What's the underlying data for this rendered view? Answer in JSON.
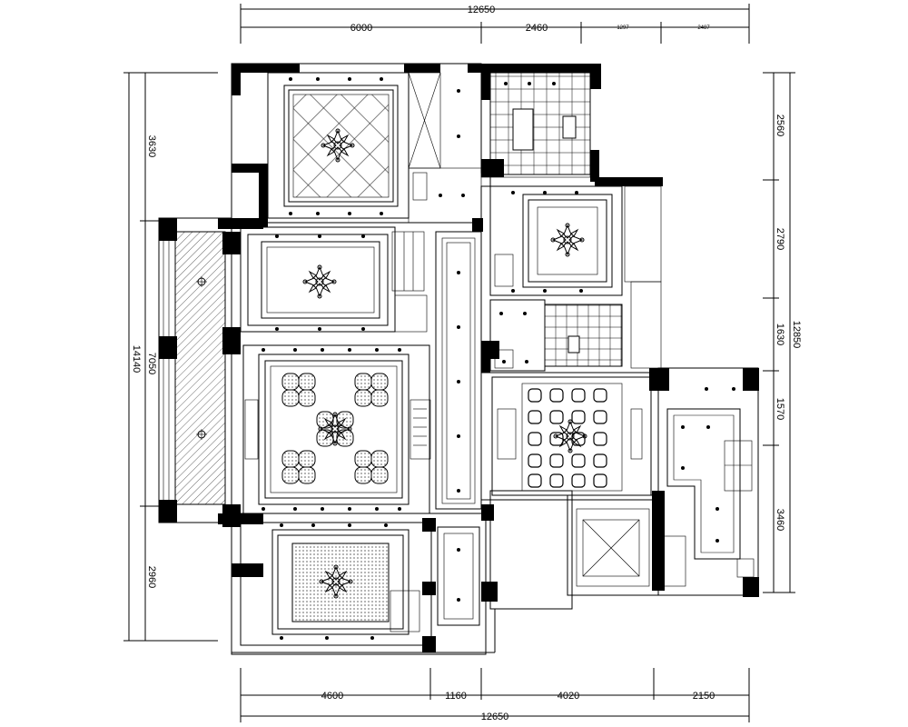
{
  "dimensions": {
    "top_total": "12650",
    "top_segments": [
      "6000",
      "2460",
      "1297",
      "2487"
    ],
    "bottom_segments": [
      "4600",
      "1160",
      "4020",
      "2150"
    ],
    "bottom_total": "12650",
    "left_total": "14140",
    "left_segments": [
      "3630",
      "7050",
      "2960"
    ],
    "right_total": "12850",
    "right_segments": [
      "2560",
      "2790",
      "1630",
      "1570",
      "3460"
    ]
  }
}
